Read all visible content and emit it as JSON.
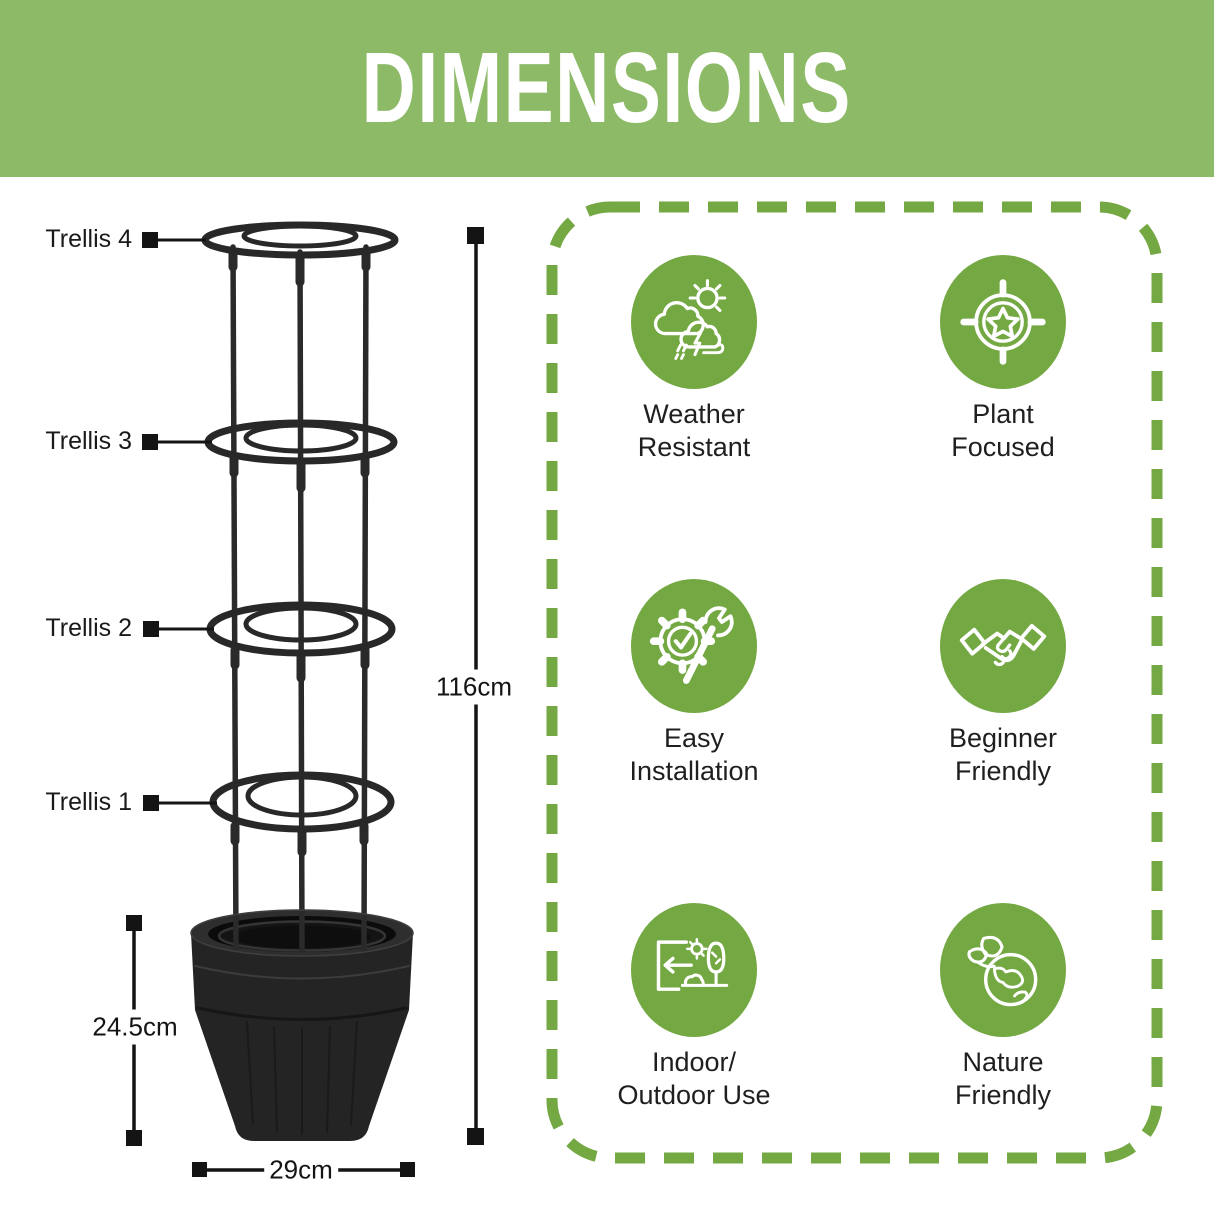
{
  "header": {
    "title": "DIMENSIONS"
  },
  "diagram": {
    "trellis_labels": [
      "Trellis 4",
      "Trellis 3",
      "Trellis 2",
      "Trellis 1"
    ],
    "dimensions": {
      "total_height": "116cm",
      "pot_height": "24.5cm",
      "pot_width": "29cm"
    }
  },
  "features": {
    "items": [
      {
        "icon": "weather-resistant-icon",
        "line1": "Weather",
        "line2": "Resistant"
      },
      {
        "icon": "plant-focused-icon",
        "line1": "Plant",
        "line2": "Focused"
      },
      {
        "icon": "easy-installation-icon",
        "line1": "Easy",
        "line2": "Installation"
      },
      {
        "icon": "beginner-friendly-icon",
        "line1": "Beginner",
        "line2": "Friendly"
      },
      {
        "icon": "indoor-outdoor-icon",
        "line1": "Indoor/",
        "line2": "Outdoor Use"
      },
      {
        "icon": "nature-friendly-icon",
        "line1": "Nature",
        "line2": "Friendly"
      }
    ]
  },
  "colors": {
    "header_green": "#8dba67",
    "accent_green": "#73a843",
    "ink": "#141414",
    "product_dark": "#262626"
  }
}
